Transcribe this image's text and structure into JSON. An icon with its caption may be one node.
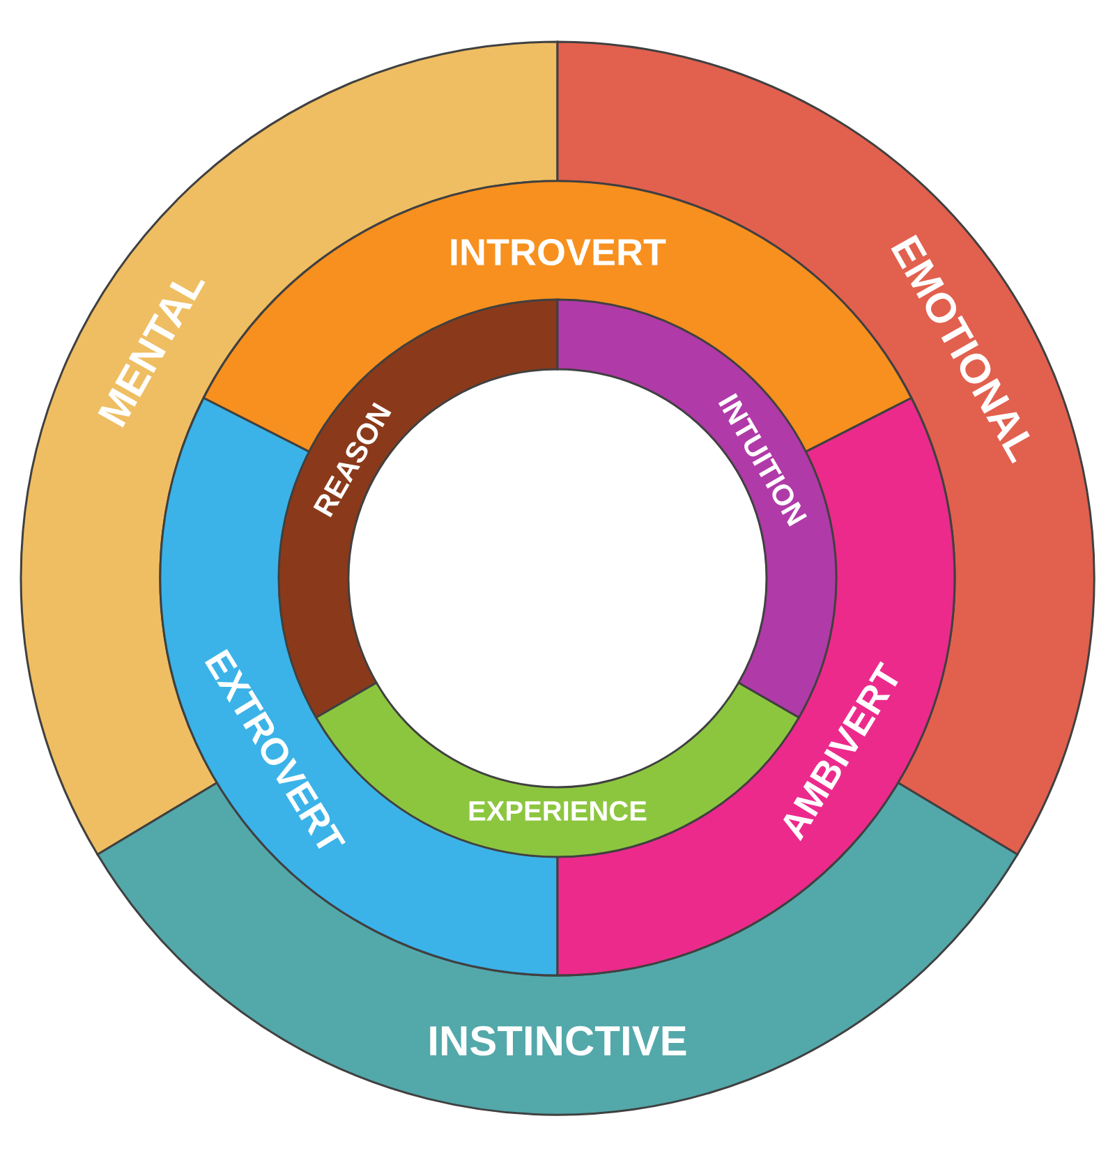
{
  "diagram": {
    "nodes": [
      {
        "text": [
          "MENTAL"
        ]
      },
      {
        "text": [
          "EMOTIONAL"
        ]
      },
      {
        "text": [
          "INSTINCTIVE"
        ]
      },
      {
        "text": [
          "INTROVERT"
        ]
      },
      {
        "text": [
          "EXTROVERT"
        ]
      },
      {
        "text": [
          "AMBIVERT"
        ]
      },
      {
        "text": [
          "REASON"
        ]
      },
      {
        "text": [
          "INTUITION"
        ]
      },
      {
        "text": [
          "EXPERIENCE"
        ]
      }
    ]
  }
}
